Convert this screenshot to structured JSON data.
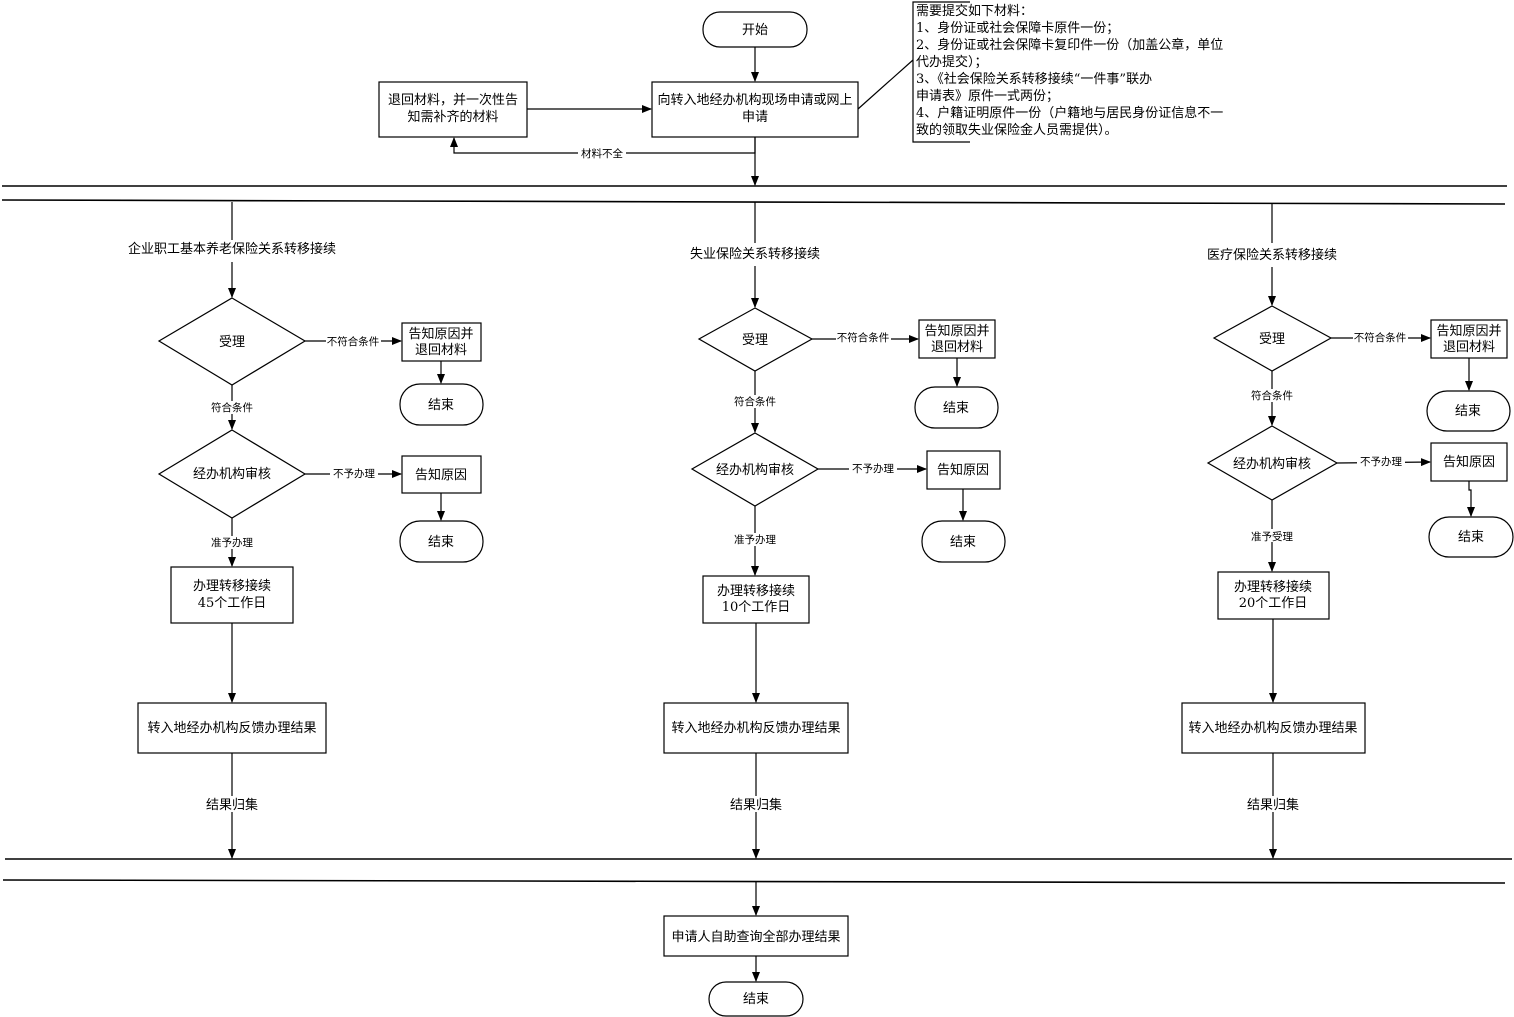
{
  "start": "开始",
  "apply": [
    "向转入地经办机构现场申请或网上",
    "申请"
  ],
  "return_materials": [
    "退回材料，并一次性告",
    "知需补齐的材料"
  ],
  "incomplete_label": "材料不全",
  "requirements": [
    "需要提交如下材料：",
    "1、身份证或社会保障卡原件一份；",
    "2、身份证或社会保障卡复印件一份（加盖公章，单位",
    "代办提交）；",
    "3、《社会保险关系转移接续“一件事”联办",
    "申请表》原件一式两份；",
    "4、户籍证明原件一份（户籍地与居民身份证信息不一",
    "致的领取失业保险金人员需提供）。"
  ],
  "columns": [
    {
      "title": "企业职工基本养老保险关系转移接续",
      "accept": "受理",
      "reject_label": "不符合条件",
      "reject_box": [
        "告知原因并",
        "退回材料"
      ],
      "end1": "结束",
      "ok_label": "符合条件",
      "review": "经办机构审核",
      "deny_label": "不予办理",
      "deny_box": "告知原因",
      "end2": "结束",
      "approve_label": "准予办理",
      "process": [
        "办理转移接续",
        "45个工作日"
      ],
      "feedback": "转入地经办机构反馈办理结果",
      "collect_label": "结果归集"
    },
    {
      "title": "失业保险关系转移接续",
      "accept": "受理",
      "reject_label": "不符合条件",
      "reject_box": [
        "告知原因并",
        "退回材料"
      ],
      "end1": "结束",
      "ok_label": "符合条件",
      "review": "经办机构审核",
      "deny_label": "不予办理",
      "deny_box": "告知原因",
      "end2": "结束",
      "approve_label": "准予办理",
      "process": [
        "办理转移接续",
        "10个工作日"
      ],
      "feedback": "转入地经办机构反馈办理结果",
      "collect_label": "结果归集"
    },
    {
      "title": "医疗保险关系转移接续",
      "accept": "受理",
      "reject_label": "不符合条件",
      "reject_box": [
        "告知原因并",
        "退回材料"
      ],
      "end1": "结束",
      "ok_label": "符合条件",
      "review": "经办机构审核",
      "deny_label": "不予办理",
      "deny_box": "告知原因",
      "end2": "结束",
      "approve_label": "准予受理",
      "process": [
        "办理转移接续",
        "20个工作日"
      ],
      "feedback": "转入地经办机构反馈办理结果",
      "collect_label": "结果归集"
    }
  ],
  "query": "申请人自助查询全部办理结果",
  "final_end": "结束"
}
